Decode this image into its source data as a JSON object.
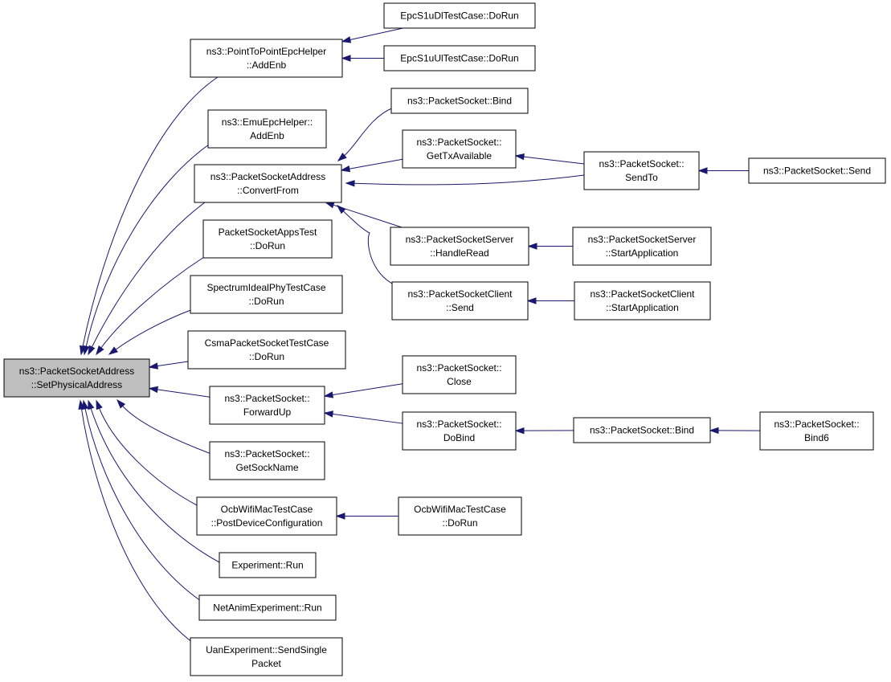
{
  "graph": {
    "root": "root",
    "colors": {
      "edge": "#191970",
      "root_fill": "#bfbfbf",
      "node_fill": "#ffffff",
      "border": "#000000"
    },
    "nodes": [
      {
        "id": "root",
        "lines": [
          "ns3::PacketSocketAddress",
          "::SetPhysicalAddress"
        ]
      },
      {
        "id": "p2p_addenb",
        "lines": [
          "ns3::PointToPointEpcHelper",
          "::AddEnb"
        ]
      },
      {
        "id": "emu_addenb",
        "lines": [
          "ns3::EmuEpcHelper::",
          "AddEnb"
        ]
      },
      {
        "id": "convertfrom",
        "lines": [
          "ns3::PacketSocketAddress",
          "::ConvertFrom"
        ]
      },
      {
        "id": "psapps_dorun",
        "lines": [
          "PacketSocketAppsTest",
          "::DoRun"
        ]
      },
      {
        "id": "spectrum_dorun",
        "lines": [
          "SpectrumIdealPhyTestCase",
          "::DoRun"
        ]
      },
      {
        "id": "csma_dorun",
        "lines": [
          "CsmaPacketSocketTestCase",
          "::DoRun"
        ]
      },
      {
        "id": "forwardup",
        "lines": [
          "ns3::PacketSocket::",
          "ForwardUp"
        ]
      },
      {
        "id": "getsockname",
        "lines": [
          "ns3::PacketSocket::",
          "GetSockName"
        ]
      },
      {
        "id": "ocb_postdev",
        "lines": [
          "OcbWifiMacTestCase",
          "::PostDeviceConfiguration"
        ]
      },
      {
        "id": "exp_run",
        "lines": [
          "Experiment::Run"
        ]
      },
      {
        "id": "netanim_run",
        "lines": [
          "NetAnimExperiment::Run"
        ]
      },
      {
        "id": "uan_send",
        "lines": [
          "UanExperiment::SendSingle",
          "Packet"
        ]
      },
      {
        "id": "s1udl",
        "lines": [
          "EpcS1uDlTestCase::DoRun"
        ]
      },
      {
        "id": "s1uul",
        "lines": [
          "EpcS1uUlTestCase::DoRun"
        ]
      },
      {
        "id": "ps_bind_top",
        "lines": [
          "ns3::PacketSocket::Bind"
        ]
      },
      {
        "id": "gettx",
        "lines": [
          "ns3::PacketSocket::",
          "GetTxAvailable"
        ]
      },
      {
        "id": "server_handle",
        "lines": [
          "ns3::PacketSocketServer",
          "::HandleRead"
        ]
      },
      {
        "id": "client_send",
        "lines": [
          "ns3::PacketSocketClient",
          "::Send"
        ]
      },
      {
        "id": "close",
        "lines": [
          "ns3::PacketSocket::",
          "Close"
        ]
      },
      {
        "id": "dobind",
        "lines": [
          "ns3::PacketSocket::",
          "DoBind"
        ]
      },
      {
        "id": "ocb_dorun",
        "lines": [
          "OcbWifiMacTestCase",
          "::DoRun"
        ]
      },
      {
        "id": "sendto",
        "lines": [
          "ns3::PacketSocket::",
          "SendTo"
        ]
      },
      {
        "id": "server_start",
        "lines": [
          "ns3::PacketSocketServer",
          "::StartApplication"
        ]
      },
      {
        "id": "client_start",
        "lines": [
          "ns3::PacketSocketClient",
          "::StartApplication"
        ]
      },
      {
        "id": "bind_mid",
        "lines": [
          "ns3::PacketSocket::Bind"
        ]
      },
      {
        "id": "send",
        "lines": [
          "ns3::PacketSocket::Send"
        ]
      },
      {
        "id": "bind6",
        "lines": [
          "ns3::PacketSocket::",
          "Bind6"
        ]
      }
    ],
    "edges": [
      {
        "from": "p2p_addenb",
        "to": "root"
      },
      {
        "from": "emu_addenb",
        "to": "root"
      },
      {
        "from": "convertfrom",
        "to": "root"
      },
      {
        "from": "psapps_dorun",
        "to": "root"
      },
      {
        "from": "spectrum_dorun",
        "to": "root"
      },
      {
        "from": "csma_dorun",
        "to": "root"
      },
      {
        "from": "forwardup",
        "to": "root"
      },
      {
        "from": "getsockname",
        "to": "root"
      },
      {
        "from": "ocb_postdev",
        "to": "root"
      },
      {
        "from": "exp_run",
        "to": "root"
      },
      {
        "from": "netanim_run",
        "to": "root"
      },
      {
        "from": "uan_send",
        "to": "root"
      },
      {
        "from": "s1udl",
        "to": "p2p_addenb"
      },
      {
        "from": "s1uul",
        "to": "p2p_addenb"
      },
      {
        "from": "ps_bind_top",
        "to": "convertfrom"
      },
      {
        "from": "gettx",
        "to": "convertfrom"
      },
      {
        "from": "sendto",
        "to": "convertfrom"
      },
      {
        "from": "server_handle",
        "to": "convertfrom"
      },
      {
        "from": "client_send",
        "to": "convertfrom"
      },
      {
        "from": "sendto",
        "to": "gettx"
      },
      {
        "from": "send",
        "to": "sendto"
      },
      {
        "from": "server_start",
        "to": "server_handle"
      },
      {
        "from": "client_start",
        "to": "client_send"
      },
      {
        "from": "close",
        "to": "forwardup"
      },
      {
        "from": "dobind",
        "to": "forwardup"
      },
      {
        "from": "bind_mid",
        "to": "dobind"
      },
      {
        "from": "bind6",
        "to": "bind_mid"
      },
      {
        "from": "ocb_dorun",
        "to": "ocb_postdev"
      }
    ]
  }
}
